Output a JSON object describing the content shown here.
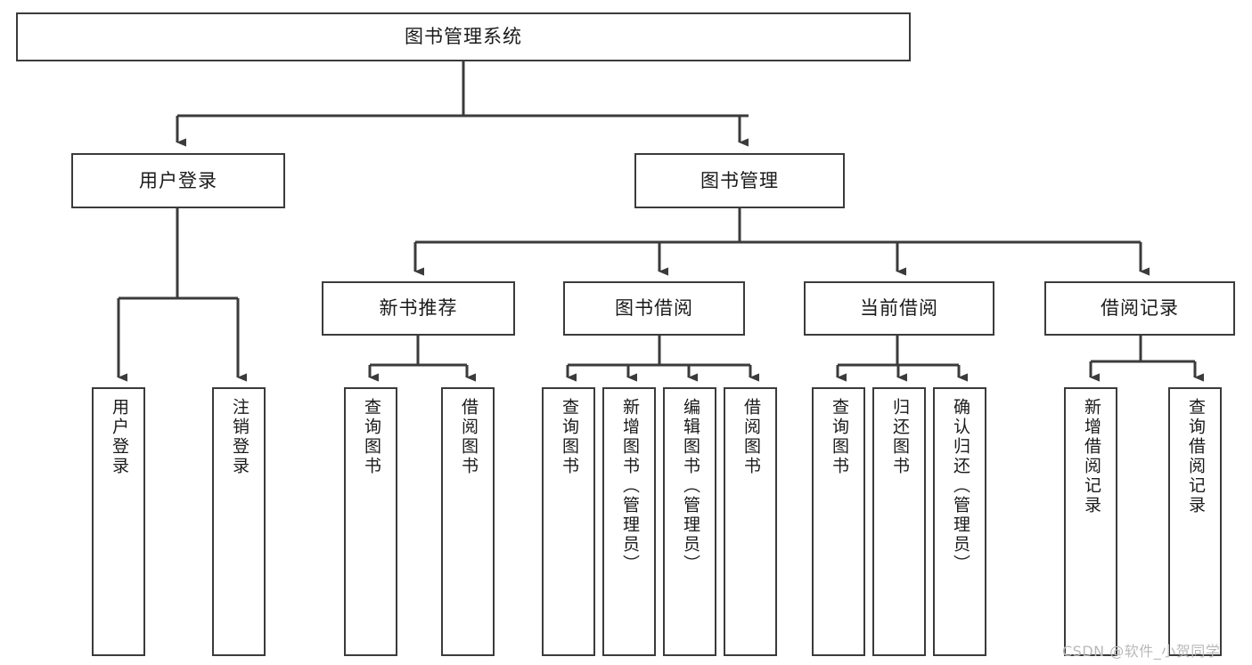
{
  "diagram": {
    "type": "tree-hierarchy",
    "root": {
      "id": "root",
      "label": "图书管理系统",
      "orientation": "horizontal"
    },
    "level2": [
      {
        "id": "user-login",
        "label": "用户登录",
        "orientation": "horizontal"
      },
      {
        "id": "book-management",
        "label": "图书管理",
        "orientation": "horizontal"
      }
    ],
    "level3": [
      {
        "id": "new-book-recommend",
        "label": "新书推荐",
        "orientation": "horizontal",
        "parent": "book-management"
      },
      {
        "id": "book-borrow",
        "label": "图书借阅",
        "orientation": "horizontal",
        "parent": "book-management"
      },
      {
        "id": "current-borrow",
        "label": "当前借阅",
        "orientation": "horizontal",
        "parent": "book-management"
      },
      {
        "id": "borrow-record",
        "label": "借阅记录",
        "orientation": "horizontal",
        "parent": "book-management"
      }
    ],
    "leaves": [
      {
        "id": "leaf-user-login",
        "label": "用户登录",
        "orientation": "vertical",
        "parent": "user-login"
      },
      {
        "id": "leaf-logout",
        "label": "注销登录",
        "orientation": "vertical",
        "parent": "user-login"
      },
      {
        "id": "leaf-query-book-1",
        "label": "查询图书",
        "orientation": "vertical",
        "parent": "new-book-recommend"
      },
      {
        "id": "leaf-borrow-book-1",
        "label": "借阅图书",
        "orientation": "vertical",
        "parent": "new-book-recommend"
      },
      {
        "id": "leaf-query-book-2",
        "label": "查询图书",
        "orientation": "vertical",
        "parent": "book-borrow"
      },
      {
        "id": "leaf-add-book",
        "label": "新增图书（管理员）",
        "orientation": "vertical",
        "parent": "book-borrow"
      },
      {
        "id": "leaf-edit-book",
        "label": "编辑图书（管理员）",
        "orientation": "vertical",
        "parent": "book-borrow"
      },
      {
        "id": "leaf-borrow-book-2",
        "label": "借阅图书",
        "orientation": "vertical",
        "parent": "book-borrow"
      },
      {
        "id": "leaf-query-book-3",
        "label": "查询图书",
        "orientation": "vertical",
        "parent": "current-borrow"
      },
      {
        "id": "leaf-return-book",
        "label": "归还图书",
        "orientation": "vertical",
        "parent": "current-borrow"
      },
      {
        "id": "leaf-confirm-return",
        "label": "确认归还（管理员）",
        "orientation": "vertical",
        "parent": "current-borrow"
      },
      {
        "id": "leaf-add-record",
        "label": "新增借阅记录",
        "orientation": "vertical",
        "parent": "borrow-record"
      },
      {
        "id": "leaf-query-record",
        "label": "查询借阅记录",
        "orientation": "vertical",
        "parent": "borrow-record"
      }
    ]
  },
  "watermark": {
    "text": "CSDN @软件_小贺同学"
  },
  "colors": {
    "stroke": "#3b3b3b",
    "background": "#ffffff",
    "text": "#1a1a1a",
    "watermark": "#b9b9b9"
  }
}
